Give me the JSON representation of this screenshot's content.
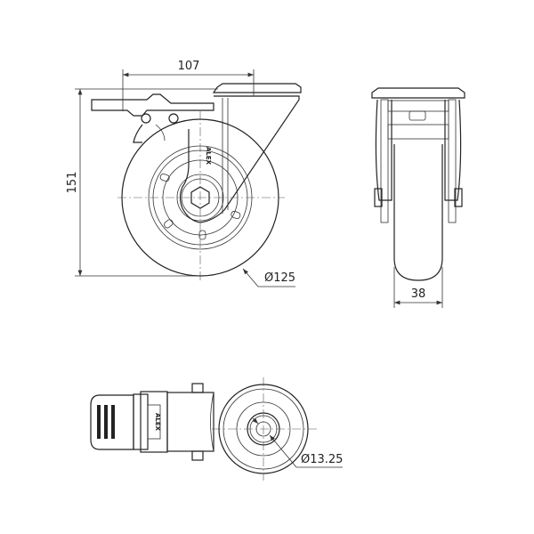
{
  "title": "Caster wheel technical drawing",
  "dimensions": {
    "width_offset": "107",
    "height": "151",
    "wheel_diameter": "Ø125",
    "wheel_width": "38",
    "bolt_hole_diameter": "Ø13.25"
  },
  "brand": "ALEX"
}
